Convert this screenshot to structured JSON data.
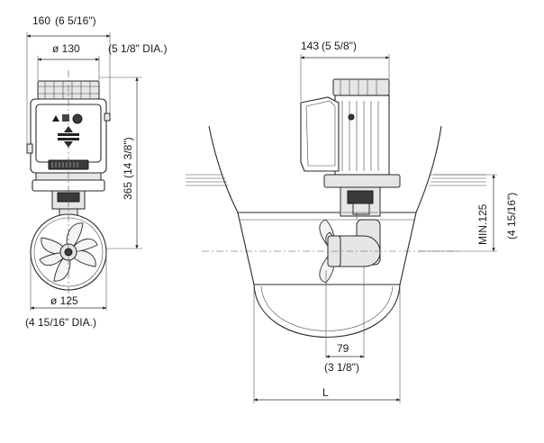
{
  "front_view": {
    "width_overall": {
      "metric": "160",
      "imperial": "(6 5/16\")"
    },
    "motor_diameter": {
      "metric": "ø 130",
      "imperial": "(5 1/8\" DIA.)"
    },
    "height": {
      "metric": "365",
      "imperial": "(14 3/8\")"
    },
    "propeller_diameter": {
      "metric": "ø 125",
      "imperial": "(4 15/16\" DIA.)"
    }
  },
  "side_view": {
    "motor_depth": {
      "metric": "143",
      "imperial": "(5 5/8\")"
    },
    "min_depth": {
      "metric": "MIN.125",
      "imperial": "(4 15/16\")"
    },
    "offset": {
      "metric": "79",
      "imperial": "(3 1/8\")"
    },
    "tunnel_length": {
      "label": "L"
    }
  }
}
